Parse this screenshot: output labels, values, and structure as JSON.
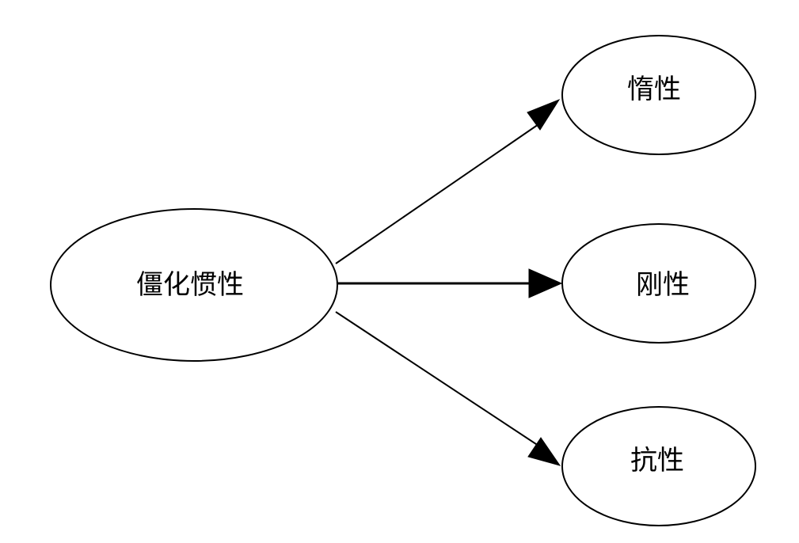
{
  "diagram": {
    "nodes": {
      "root": {
        "label": "僵化惯性"
      },
      "top": {
        "label": "惰性"
      },
      "middle": {
        "label": "刚性"
      },
      "bottom": {
        "label": "抗性"
      }
    },
    "edges": [
      {
        "from": "root",
        "to": "top"
      },
      {
        "from": "root",
        "to": "middle"
      },
      {
        "from": "root",
        "to": "bottom"
      }
    ]
  }
}
